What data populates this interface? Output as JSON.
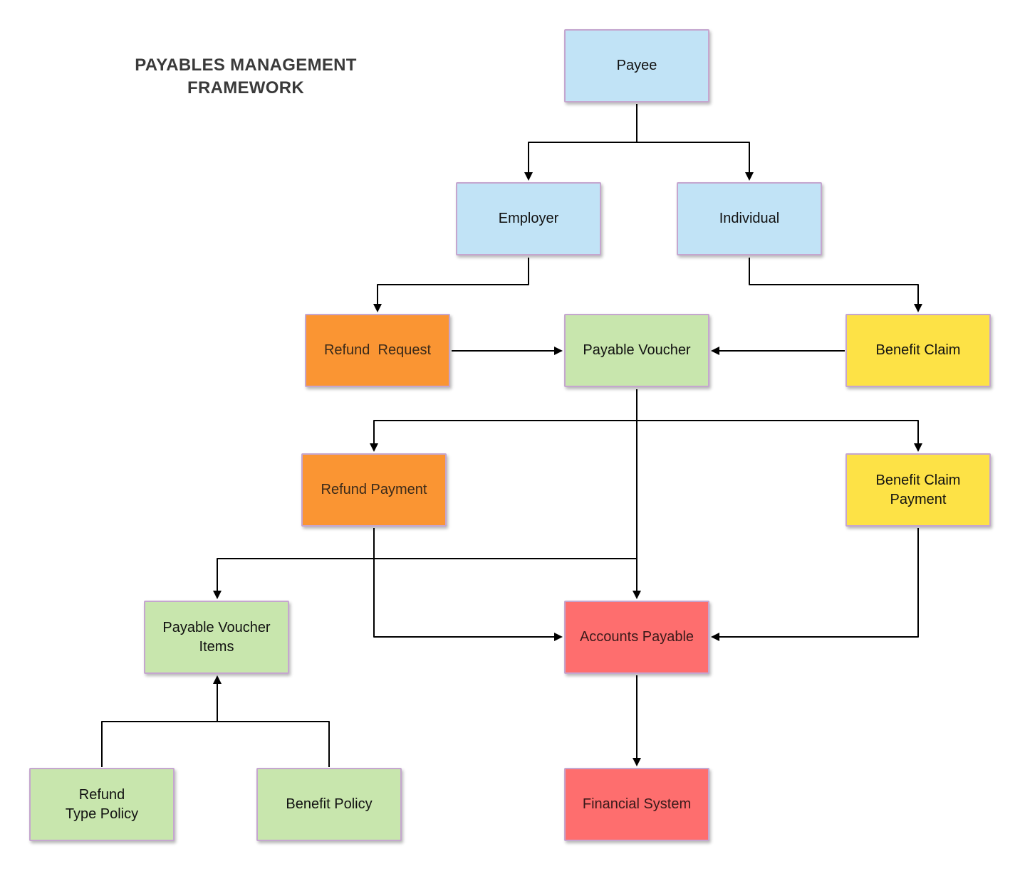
{
  "title": {
    "line1": "PAYABLES MANAGEMENT",
    "line2": "FRAMEWORK"
  },
  "nodes": {
    "payee": {
      "lines": [
        "Payee"
      ],
      "color": "#c1e3f6"
    },
    "employer": {
      "lines": [
        "Employer"
      ],
      "color": "#c1e3f6"
    },
    "individual": {
      "lines": [
        "Individual"
      ],
      "color": "#c1e3f6"
    },
    "refund_request": {
      "lines": [
        "Refund  Request"
      ],
      "color": "#fa9533"
    },
    "payable_voucher": {
      "lines": [
        "Payable Voucher"
      ],
      "color": "#c8e6ad"
    },
    "benefit_claim": {
      "lines": [
        "Benefit Claim"
      ],
      "color": "#fde246"
    },
    "refund_payment": {
      "lines": [
        "Refund Payment"
      ],
      "color": "#fa9533"
    },
    "benefit_claim_payment": {
      "lines": [
        "Benefit Claim",
        "Payment"
      ],
      "color": "#fde246"
    },
    "payable_voucher_items": {
      "lines": [
        "Payable Voucher",
        "Items"
      ],
      "color": "#c8e6ad"
    },
    "accounts_payable": {
      "lines": [
        "Accounts Payable"
      ],
      "color": "#fe6e6e"
    },
    "refund_type_policy": {
      "lines": [
        "Refund",
        "Type Policy"
      ],
      "color": "#c8e6ad"
    },
    "benefit_policy": {
      "lines": [
        "Benefit Policy"
      ],
      "color": "#c8e6ad"
    },
    "financial_system": {
      "lines": [
        "Financial System"
      ],
      "color": "#fe6e6e"
    }
  },
  "edges": [
    {
      "from": "payee",
      "to": "employer"
    },
    {
      "from": "payee",
      "to": "individual"
    },
    {
      "from": "employer",
      "to": "refund_request"
    },
    {
      "from": "individual",
      "to": "benefit_claim"
    },
    {
      "from": "refund_request",
      "to": "payable_voucher"
    },
    {
      "from": "benefit_claim",
      "to": "payable_voucher"
    },
    {
      "from": "payable_voucher",
      "to": "refund_payment"
    },
    {
      "from": "payable_voucher",
      "to": "benefit_claim_payment"
    },
    {
      "from": "payable_voucher",
      "to": "accounts_payable"
    },
    {
      "from": "payable_voucher",
      "to": "payable_voucher_items"
    },
    {
      "from": "refund_payment",
      "to": "accounts_payable"
    },
    {
      "from": "benefit_claim_payment",
      "to": "accounts_payable"
    },
    {
      "from": "refund_type_policy",
      "to": "payable_voucher_items"
    },
    {
      "from": "benefit_policy",
      "to": "payable_voucher_items"
    },
    {
      "from": "accounts_payable",
      "to": "financial_system"
    }
  ]
}
